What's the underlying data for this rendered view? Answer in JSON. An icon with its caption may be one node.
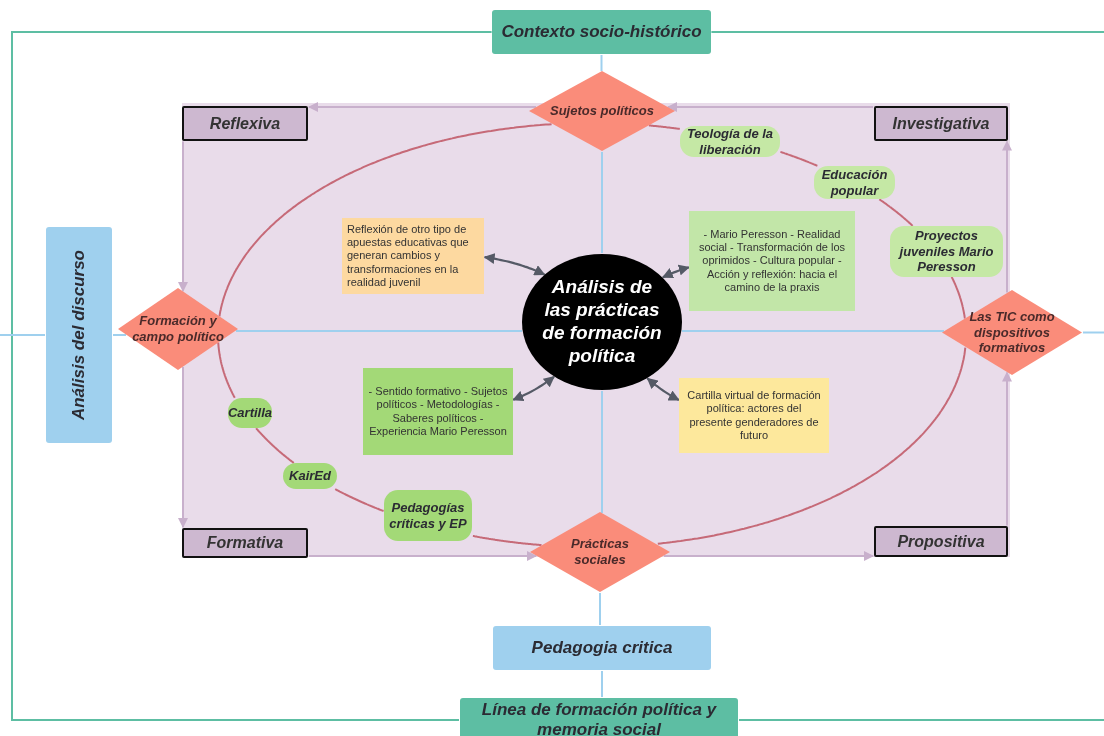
{
  "diagram": {
    "nodes": [
      {
        "text": [
          "Contexto socio-histórico"
        ]
      },
      {
        "text": [
          "Línea de formación política y memoria social"
        ]
      },
      {
        "text": [
          "Análisis del discurso"
        ]
      },
      {
        "text": [
          "Pedagogia critica"
        ]
      },
      {
        "text": [
          "Sujetos políticos"
        ]
      },
      {
        "text": [
          "Formación y campo político"
        ]
      },
      {
        "text": [
          "Las TIC como dispositivos formativos"
        ]
      },
      {
        "text": [
          "Prácticas sociales"
        ]
      },
      {
        "text": [
          "Reflexiva"
        ]
      },
      {
        "text": [
          "Investigativa"
        ]
      },
      {
        "text": [
          "Formativa"
        ]
      },
      {
        "text": [
          "Propositiva"
        ]
      },
      {
        "text": [
          "Análisis de las prácticas de formación política"
        ]
      },
      {
        "text": [
          "Reflexión de otro tipo de apuestas educativas que generan cambios y transformaciones en la realidad juvenil"
        ]
      },
      {
        "text": [
          "- Mario Peresson - Realidad social - Transformación de los oprimidos - Cultura popular - Acción y reflexión: hacia el camino de la praxis"
        ]
      },
      {
        "text": [
          "- Sentido formativo - Sujetos políticos - Metodologías - Saberes políticos - Experiencia Mario Peresson"
        ]
      },
      {
        "text": [
          "Cartilla virtual de formación política: actores del presente genderadores de futuro"
        ]
      },
      {
        "text": [
          "Teología de la liberación"
        ]
      },
      {
        "text": [
          "Educación popular"
        ]
      },
      {
        "text": [
          "Proyectos juveniles Mario Peresson"
        ]
      },
      {
        "text": [
          "Cartilla"
        ]
      },
      {
        "text": [
          "KairEd"
        ]
      },
      {
        "text": [
          "Pedagogías críticas y EP"
        ]
      }
    ],
    "edges": [
      {
        "from": 0,
        "to": null,
        "arrow": "none",
        "color": "#5dbea3"
      },
      {
        "from": 0,
        "to": 1,
        "arrow": "none",
        "color": "#5dbea3"
      },
      {
        "from": 1,
        "to": null,
        "arrow": "none",
        "color": "#5dbea3"
      },
      {
        "from": null,
        "to": 2,
        "arrow": "none",
        "color": "#9fd0ee"
      },
      {
        "from": 2,
        "to": 5,
        "arrow": "none",
        "color": "#9fd0ee"
      },
      {
        "from": 5,
        "to": 12,
        "arrow": "none",
        "color": "#9fd0ee"
      },
      {
        "from": 12,
        "to": 6,
        "arrow": "none",
        "color": "#9fd0ee"
      },
      {
        "from": 6,
        "to": null,
        "arrow": "none",
        "color": "#9fd0ee"
      },
      {
        "from": 0,
        "to": 4,
        "arrow": "none",
        "color": "#9fd0ee"
      },
      {
        "from": 4,
        "to": 12,
        "arrow": "none",
        "color": "#9fd0ee"
      },
      {
        "from": 12,
        "to": 7,
        "arrow": "none",
        "color": "#9fd0ee"
      },
      {
        "from": 7,
        "to": 3,
        "arrow": "none",
        "color": "#9fd0ee"
      },
      {
        "from": 3,
        "to": 1,
        "arrow": "none",
        "color": "#9fd0ee"
      },
      {
        "from": 4,
        "to": 8,
        "arrow": "to",
        "color": "#c8b0cc"
      },
      {
        "from": 8,
        "to": 5,
        "arrow": "to",
        "color": "#c8b0cc"
      },
      {
        "from": 5,
        "to": 10,
        "arrow": "to",
        "color": "#c8b0cc"
      },
      {
        "from": 10,
        "to": 7,
        "arrow": "to",
        "color": "#c8b0cc"
      },
      {
        "from": 7,
        "to": 11,
        "arrow": "to",
        "color": "#c8b0cc"
      },
      {
        "from": 11,
        "to": 6,
        "arrow": "to",
        "color": "#c8b0cc"
      },
      {
        "from": 6,
        "to": 9,
        "arrow": "to",
        "color": "#c8b0cc"
      },
      {
        "from": 9,
        "to": 4,
        "arrow": "to",
        "color": "#c8b0cc"
      },
      {
        "from": 4,
        "to": 17,
        "arrow": "none",
        "color": "#c66a78"
      },
      {
        "from": 17,
        "to": 18,
        "arrow": "none",
        "color": "#c66a78"
      },
      {
        "from": 18,
        "to": 19,
        "arrow": "none",
        "color": "#c66a78"
      },
      {
        "from": 19,
        "to": 6,
        "arrow": "none",
        "color": "#c66a78"
      },
      {
        "from": 6,
        "to": 7,
        "arrow": "none",
        "color": "#c66a78"
      },
      {
        "from": 7,
        "to": 22,
        "arrow": "none",
        "color": "#c66a78"
      },
      {
        "from": 22,
        "to": 21,
        "arrow": "none",
        "color": "#c66a78"
      },
      {
        "from": 21,
        "to": 20,
        "arrow": "none",
        "color": "#c66a78"
      },
      {
        "from": 20,
        "to": 5,
        "arrow": "none",
        "color": "#c66a78"
      },
      {
        "from": 5,
        "to": 4,
        "arrow": "none",
        "color": "#c66a78"
      },
      {
        "from": 12,
        "to": 13,
        "arrow": "both",
        "color": "#555a66"
      },
      {
        "from": 12,
        "to": 14,
        "arrow": "both",
        "color": "#555a66"
      },
      {
        "from": 12,
        "to": 15,
        "arrow": "both",
        "color": "#555a66"
      },
      {
        "from": 12,
        "to": 16,
        "arrow": "both",
        "color": "#555a66"
      }
    ]
  }
}
